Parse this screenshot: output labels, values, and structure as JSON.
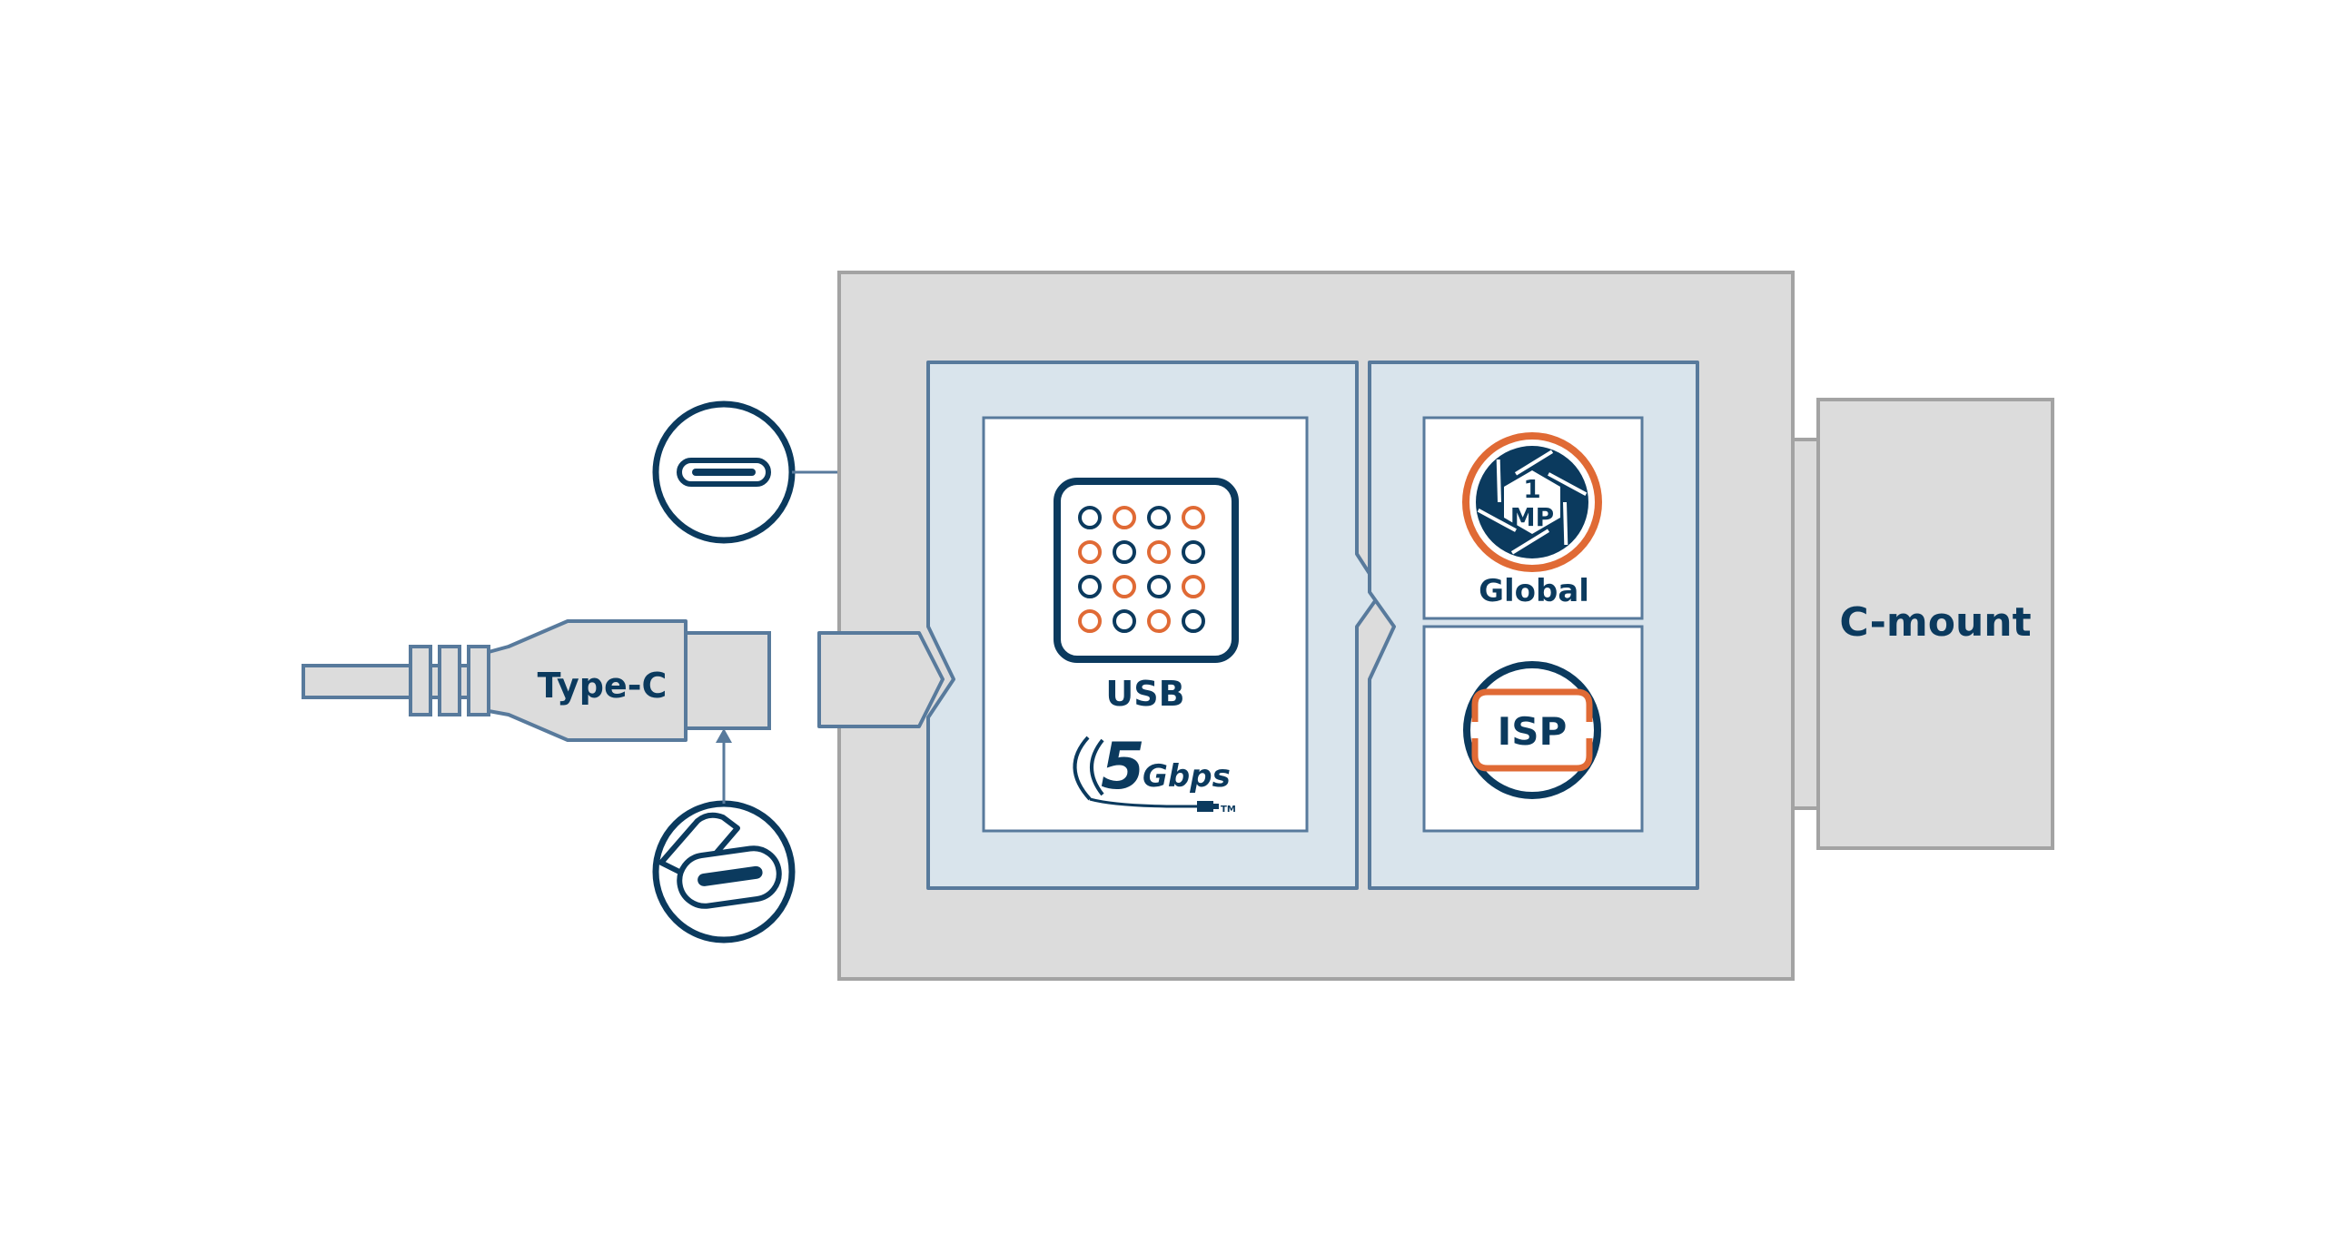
{
  "colors": {
    "navy": "#0b3a5e",
    "orange": "#e06a35",
    "slate": "#587a9c",
    "gray_fill": "#dcdcdc",
    "gray_stroke": "#a3a3a3",
    "panel_fill": "#d9e4ec",
    "panel_stroke": "#587a9c",
    "white": "#ffffff"
  },
  "cable": {
    "plug_label": "Type-C",
    "port_icon": "usb-c-port-icon",
    "plug_icon": "usb-c-plug-icon"
  },
  "camera": {
    "mount_label": "C-mount",
    "interface": {
      "label": "USB",
      "speed_number": "5",
      "speed_unit": "Gbps",
      "trademark": "TM",
      "icon": "usb-chip-icon"
    },
    "sensor": {
      "resolution_line1": "1",
      "resolution_line2": "MP",
      "shutter_label": "Global",
      "icon": "aperture-icon"
    },
    "processing": {
      "label": "ISP",
      "icon": "isp-icon"
    }
  }
}
